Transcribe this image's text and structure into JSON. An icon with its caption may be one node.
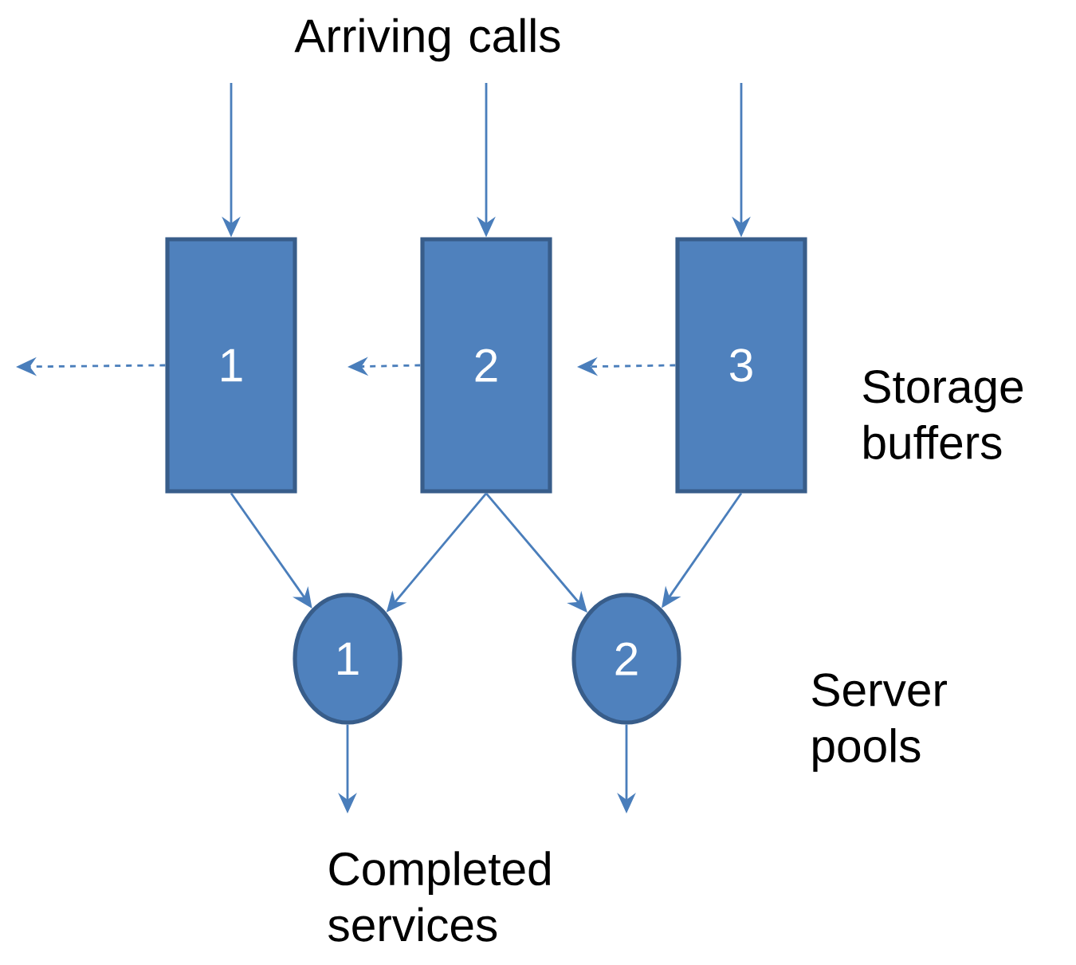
{
  "diagram": {
    "nodes": [
      {
        "text": [
          "1"
        ]
      },
      {
        "text": [
          "2"
        ]
      },
      {
        "text": [
          "3"
        ]
      },
      {
        "text": [
          "1"
        ]
      },
      {
        "text": [
          "2"
        ]
      }
    ],
    "edges": [
      {
        "from": null,
        "to": 0,
        "arrow": "to"
      },
      {
        "from": null,
        "to": 1,
        "arrow": "to"
      },
      {
        "from": null,
        "to": 2,
        "arrow": "to"
      },
      {
        "from": 0,
        "to": null,
        "arrow": "to",
        "style": "dashed"
      },
      {
        "from": 1,
        "to": null,
        "arrow": "to",
        "style": "dashed"
      },
      {
        "from": 2,
        "to": null,
        "arrow": "to",
        "style": "dashed"
      },
      {
        "from": 0,
        "to": 3,
        "arrow": "to"
      },
      {
        "from": 1,
        "to": 3,
        "arrow": "to"
      },
      {
        "from": 1,
        "to": 4,
        "arrow": "to"
      },
      {
        "from": 2,
        "to": 4,
        "arrow": "to"
      },
      {
        "from": 3,
        "to": null,
        "arrow": "to"
      },
      {
        "from": 4,
        "to": null,
        "arrow": "to"
      }
    ],
    "labels": [
      "Arriving calls",
      "Storage buffers",
      "Server pools",
      "Completed services"
    ]
  }
}
